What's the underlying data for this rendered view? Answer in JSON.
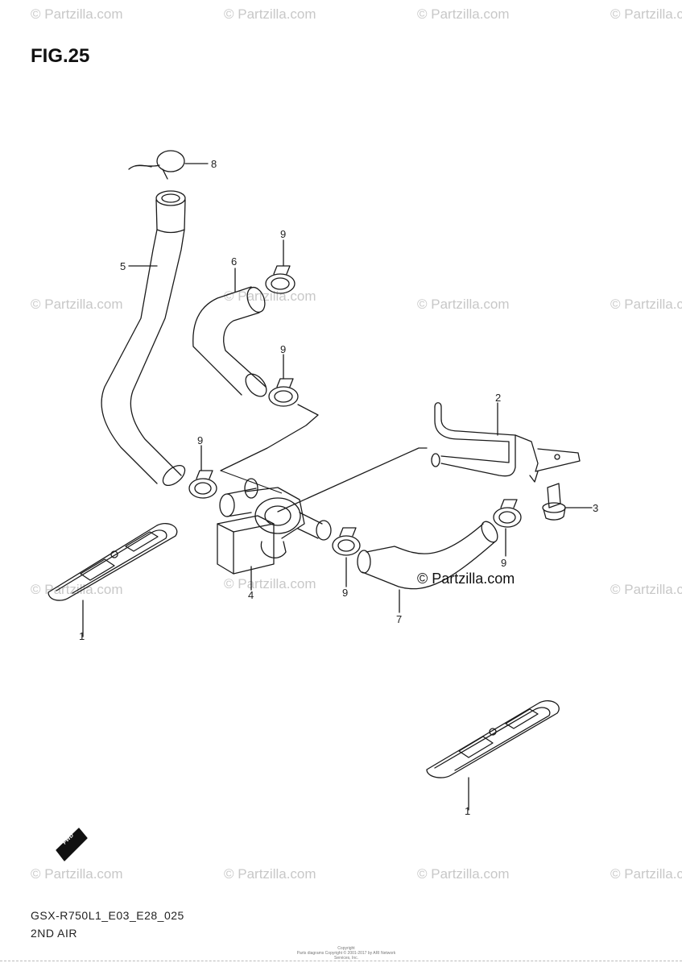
{
  "figure": {
    "title": "FIG.25",
    "model_code": "GSX-R750L1_E03_E28_025",
    "section_name": "2ND AIR",
    "copyright_line1": "Copyright",
    "copyright_line2": "Parts diagrams Copyright © 2001-2017 by ARI Network Services, Inc."
  },
  "watermark": {
    "text": "© Partzilla.com",
    "prominent_text": "© Partzilla.com"
  },
  "callouts": {
    "c1_top": "1",
    "c1_bottom": "1",
    "c2": "2",
    "c3": "3",
    "c4": "4",
    "c5": "5",
    "c6": "6",
    "c7": "7",
    "c8": "8",
    "c9_a": "9",
    "c9_b": "9",
    "c9_c": "9",
    "c9_d": "9",
    "c9_e": "9"
  },
  "direction_arrow": {
    "label": "FWD"
  },
  "colors": {
    "line": "#1a1a1a",
    "watermark": "#c8c8c8"
  }
}
